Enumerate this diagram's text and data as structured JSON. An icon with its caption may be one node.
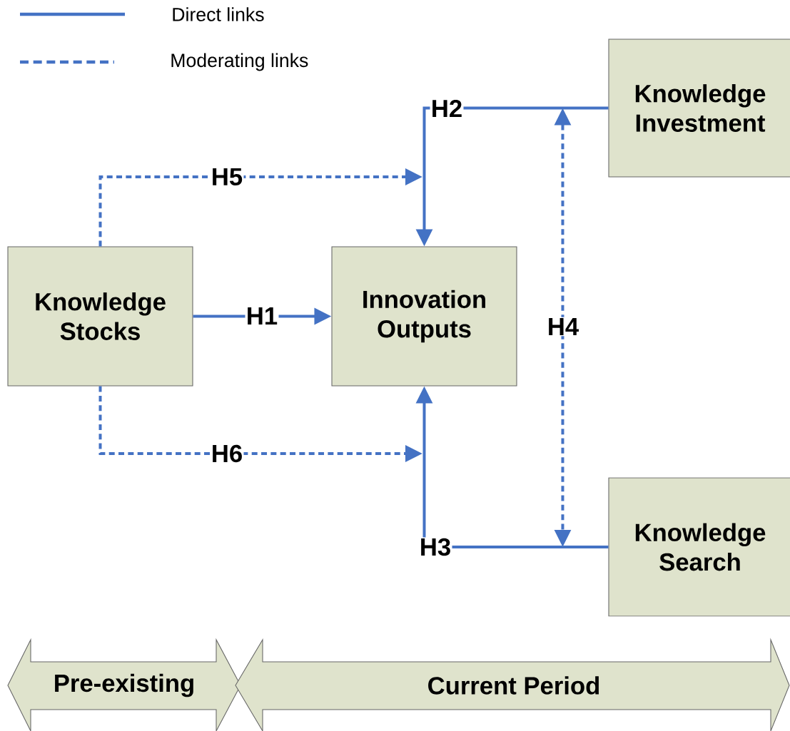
{
  "diagram": {
    "nodes": [
      {
        "text": [
          "Knowledge Stocks"
        ]
      },
      {
        "text": [
          "Innovation Outputs"
        ]
      },
      {
        "text": [
          "Knowledge Investment"
        ]
      },
      {
        "text": [
          "Knowledge Search"
        ]
      },
      {
        "text": [
          "Pre-existing"
        ]
      },
      {
        "text": [
          "Current Period"
        ]
      }
    ],
    "edges": [
      {
        "from": 0,
        "to": 1,
        "arrow": "to",
        "label": "H1"
      },
      {
        "from": 2,
        "to": 1,
        "arrow": "to",
        "label": "H2"
      },
      {
        "from": 3,
        "to": 1,
        "arrow": "to",
        "label": "H3"
      },
      {
        "from": 2,
        "to": 3,
        "arrow": "both",
        "label": "H4",
        "style": "dashed"
      },
      {
        "from": 0,
        "to": null,
        "arrow": "to",
        "label": "H5",
        "style": "dashed"
      },
      {
        "from": 0,
        "to": null,
        "arrow": "to",
        "label": "H6",
        "style": "dashed"
      }
    ],
    "legend": [
      {
        "text": "Direct links"
      },
      {
        "text": "Moderating links"
      }
    ]
  }
}
